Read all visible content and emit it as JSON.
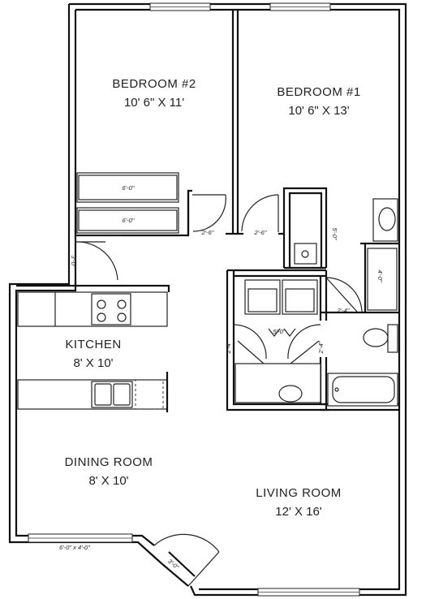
{
  "rooms": {
    "bedroom2": {
      "name": "BEDROOM #2",
      "size": "10' 6\" X 11'"
    },
    "bedroom1": {
      "name": "BEDROOM #1",
      "size": "10' 6\" X 13'"
    },
    "kitchen": {
      "name": "KITCHEN",
      "size": "8' X 10'"
    },
    "dining": {
      "name": "DINING ROOM",
      "size": "8' X 10'"
    },
    "living": {
      "name": "LIVING ROOM",
      "size": "12' X 16'"
    }
  },
  "dimensions": {
    "closet_upper": "6'-0\"",
    "closet_lower": "6'-0\"",
    "door_bedroom2": "2'-6\"",
    "door_bedroom1": "2'-6\"",
    "closet_bedroom1": "5'-0\"",
    "closet_bath": "4'-0\"",
    "door_entry_side": "3'-0\"",
    "door_bath": "2'-4\"",
    "door_laundry_left": "2'-4\"",
    "door_laundry_bifold": "5'-0\"",
    "door_laundry_right": "2'-4\"",
    "window_dining": "6'-0\" x 4'-0\"",
    "door_entry_main": "3'-0\""
  }
}
